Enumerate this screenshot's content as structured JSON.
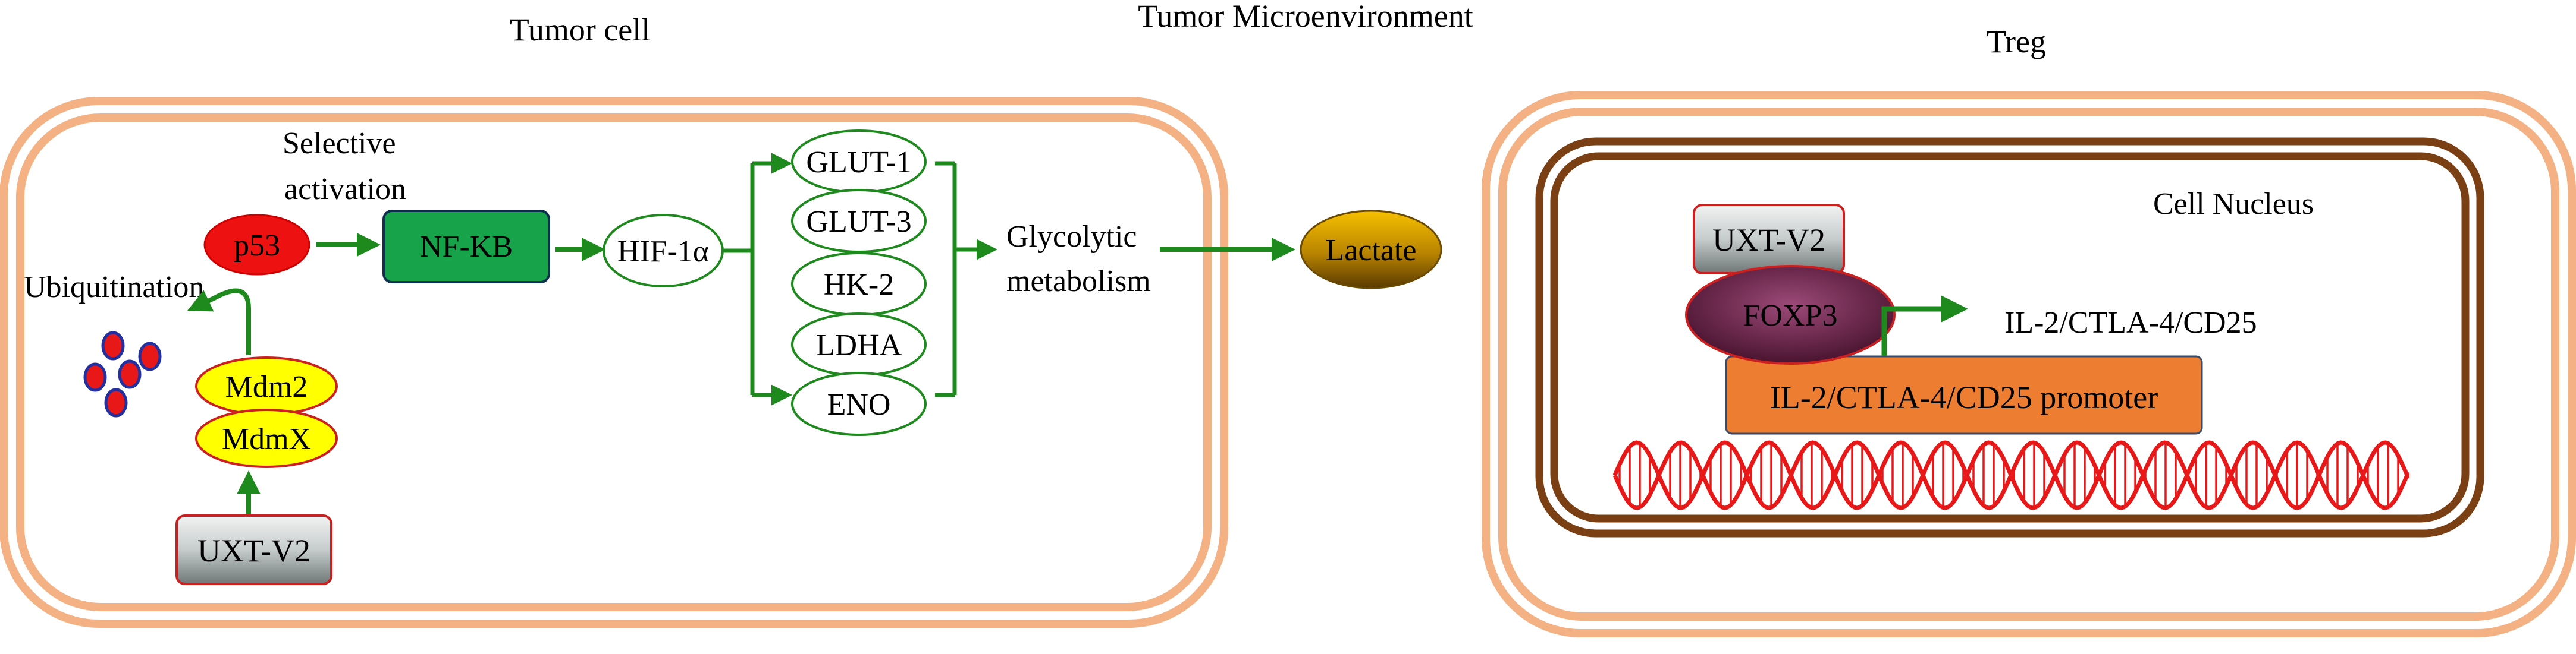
{
  "headers": {
    "tumor_cell": "Tumor cell",
    "microenvironment": "Tumor Microenvironment",
    "treg": "Treg"
  },
  "tumor": {
    "selective_activation_line1": "Selective",
    "selective_activation_line2": "activation",
    "p53": "p53",
    "nfkb": "NF-KB",
    "hif": "HIF-1α",
    "targets": [
      "GLUT-1",
      "GLUT-3",
      "HK-2",
      "LDHA",
      "ENO"
    ],
    "glycolytic_line1": "Glycolytic",
    "glycolytic_line2": "metabolism",
    "lactate": "Lactate",
    "ubiquitination": "Ubiquitination",
    "mdm2": "Mdm2",
    "mdmx": "MdmX",
    "uxt_v2": "UXT-V2"
  },
  "treg": {
    "cell_nucleus": "Cell Nucleus",
    "uxt_v2": "UXT-V2",
    "foxp3": "FOXP3",
    "genes": "IL-2/CTLA-4/CD25",
    "promoter": "IL-2/CTLA-4/CD25 promoter"
  },
  "colors": {
    "membrane": "#f4b183",
    "arrow": "#1e8a1e",
    "p53": "#ee1111",
    "nfkb": "#16a34a",
    "mdm": "#ffff00",
    "mdm_border": "#cc2020",
    "nucleus": "#7b3f14",
    "promoter": "#ed7d31",
    "dna": "#e81818"
  }
}
